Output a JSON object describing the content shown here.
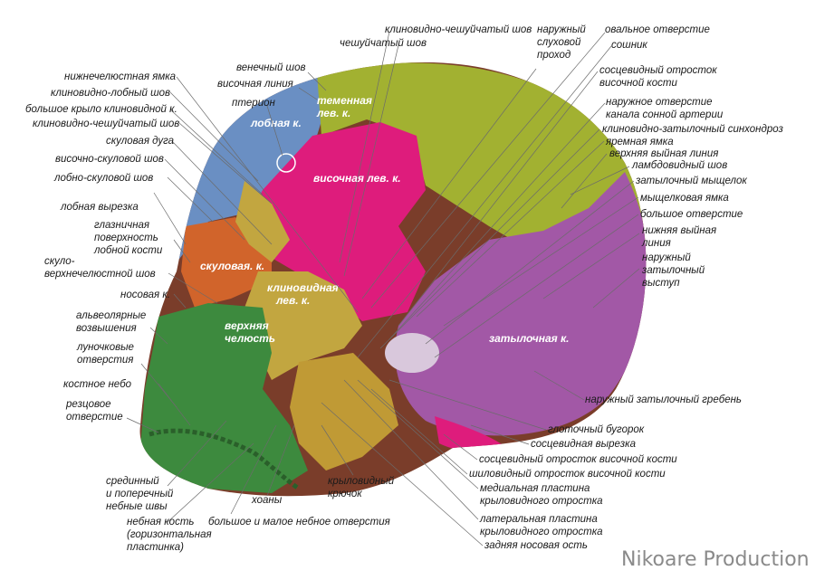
{
  "colors": {
    "parietal": "#a2b131",
    "temporal": "#de1c7c",
    "occipital": "#a258a6",
    "frontal": "#6a8fc3",
    "zygomatic": "#d1642b",
    "sphenoid": "#c2a640",
    "maxilla": "#3d8a3e",
    "vomer": "#c09a35",
    "leader": "#6b6b6b"
  },
  "bones": {
    "parietal": "теменная\nлев. к.",
    "frontal": "лобная к.",
    "temporal": "височная лев. к.",
    "zygomatic": "скуловая. к.",
    "sphenoid": "клиновидная\nлев. к.",
    "maxilla": "верхняя\nчелюсть",
    "occipital": "затылочная к."
  },
  "labels_top": {
    "spheno_squamous_suture_top": "клиновидно-чешуйчатый шов",
    "squamous_suture": "чешуйчатый шов",
    "external_acoustic_meatus": "наружный\nслуховой\nпроход",
    "foramen_ovale": "овальное отверстие",
    "vomer": "сошник",
    "coronal_suture": "венечный шов",
    "temporal_line": "височная линия",
    "pterion": "птерион"
  },
  "labels_left": {
    "mandibular_fossa": "нижнечелюстная ямка",
    "sphenofrontal_suture": "клиновидно-лобный шов",
    "greater_wing": "большое крыло клиновидной к.",
    "sphenosquamous_suture": "клиновидно-чешуйчатый шов",
    "zygomatic_arch": "скуловая дуга",
    "temporozygomatic_suture": "височно-скуловой шов",
    "frontozygomatic_suture": "лобно-скуловой шов",
    "frontal_notch": "лобная вырезка",
    "orbital_surface": "глазничная\nповерхность\nлобной кости",
    "zygomaticomaxillary_suture": "скуло-\nверхнечелюстной шов",
    "nasal_bone": "носовая к.",
    "alveolar_eminences": "альвеолярные\nвозвышения",
    "alveolar_foramina": "луночковые\nотверстия",
    "bony_palate": "костное небо",
    "incisive_foramen": "резцовое\nотверстие"
  },
  "labels_right": {
    "mastoid_process": "сосцевидный отросток\nвисочной кости",
    "carotid_canal": "наружное отверстие\nканала сонной артерии",
    "sphenooccipital_synchondrosis": "клиновидно-затылочный синхондроз",
    "jugular_notch": "яремная ямка",
    "superior_nuchal_line": "верхняя выйная линия",
    "lambdoid_suture": "ламбдовидный шов",
    "occipital_condyle": "затылочный мыщелок",
    "condylar_fossa": "мыщелковая ямка",
    "foramen_magnum": "большое отверстие",
    "inferior_nuchal_line": "нижняя выйная\nлиния",
    "external_occipital_protuberance": "наружный\nзатылочный\nвыступ",
    "external_occipital_crest": "наружный затылочный гребень"
  },
  "labels_bottom": {
    "pharyngeal_tubercle": "глоточный бугорок",
    "mastoid_notch": "сосцевидная вырезка",
    "mastoid_process_bottom": "сосцевидный отросток височной кости",
    "styloid_process": "шиловидный отросток височной кости",
    "medial_plate": "медиальная пластина\nкрыловидного отростка",
    "lateral_plate": "латеральная пластина\nкрыловидного отростка",
    "posterior_nasal_spine": "задняя носовая ость",
    "pterygoid_hamulus": "крыловидный\nкрючок",
    "choanae": "хоаны",
    "palatine_foramina": "большое и малое небное отверстия",
    "median_transverse_sutures": "срединный\nи поперечный\nнебные швы",
    "palatine_bone": "небная кость\n(горизонтальная\nпластинка)"
  },
  "credit": "Nikoare Production"
}
